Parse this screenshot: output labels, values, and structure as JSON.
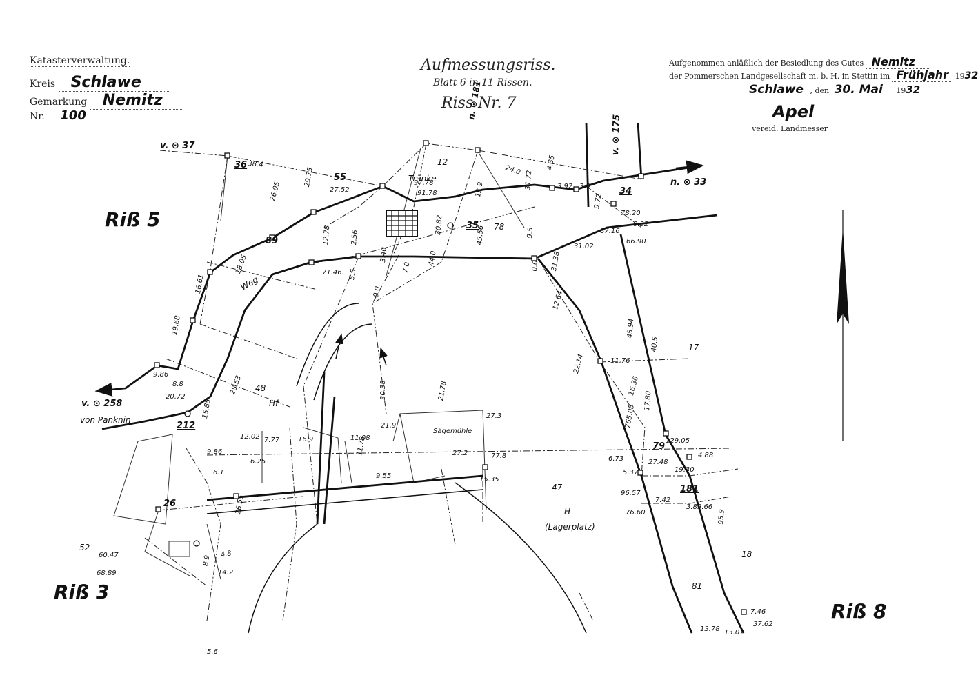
{
  "header": {
    "admin": "Katasterverwaltung.",
    "kreis_label": "Kreis",
    "kreis_value": "Schlawe",
    "gemarkung_label": "Gemarkung",
    "gemarkung_value": "Nemitz",
    "nr_label": "Nr.",
    "nr_value": "100",
    "title": "Aufmessungsriss.",
    "blatt_line": "Blatt 6 in 11 Rissen.",
    "riss_line": "Riss Nr. 7",
    "survey_line1_prefix": "Aufgenommen anläßlich der Besiedlung des Gutes",
    "survey_line1_value": "Nemitz",
    "survey_line2_prefix": "der Pommerschen Landgesellschaft m. b. H. in Stettin im",
    "survey_line2_value": "Frühjahr",
    "survey_line2_year_prefix": "19",
    "survey_line2_year": "32",
    "place": "Schlawe",
    "date_den": ", den",
    "date_value": "30. Mai",
    "date_year_prefix": "19",
    "date_year": "32",
    "signature": "Apel",
    "signer_title": "vereid. Landmesser"
  },
  "sheets": {
    "riss5": "Riß 5",
    "riss3": "Riß 3",
    "riss8": "Riß 8"
  },
  "refs": {
    "v37": "v. ⊙ 37",
    "v258": "v. ⊙ 258",
    "von_panknin": "von Panknin",
    "n181": "n. ⊙ 181",
    "v175": "v. ⊙ 175",
    "n33": "n. ⊙ 33"
  },
  "parcels": {
    "p36": "36",
    "p55": "55",
    "p89": "89",
    "p35": "35",
    "p78": "78",
    "p34": "34",
    "p12": "12",
    "p17": "17",
    "p48": "48",
    "p47": "47",
    "p79": "79",
    "p181": "181",
    "p18": "18",
    "p81": "81",
    "p52": "52",
    "p212": "212",
    "p26": "26",
    "pH": "H",
    "pHf": "Hf",
    "lager": "(Lagerplatz)",
    "traenke": "Tränke",
    "weg": "Weg",
    "saegemuehle": "Sägemühle"
  },
  "measurements": [
    "38.4",
    "24.0",
    "4.35",
    "3.92",
    "3.9",
    "31.72",
    "9.72",
    "78.20",
    "0.32",
    "66.90",
    "31.02",
    "87.16",
    "45.56",
    "30.82",
    "91.78",
    "97.78",
    "13.9",
    "9.5",
    "0.0",
    "31.38",
    "12.64",
    "22.14",
    "11.76",
    "40.5",
    "45.94",
    "16.36",
    "17.80",
    "765.05",
    "129.05",
    "4.88",
    "27.48",
    "19.30",
    "5.37",
    "96.57",
    "7.42",
    "3.89.66",
    "76.60",
    "6.73",
    "95.9",
    "7.46",
    "37.62",
    "13.78",
    "13.07",
    "26.05",
    "18.05",
    "16.61",
    "19.68",
    "9.86",
    "12.78",
    "2.56",
    "71.46",
    "5.5",
    "3.40",
    "7.0",
    "44.0",
    "9.0",
    "30.38",
    "21.78",
    "21.9",
    "27.3",
    "11.08",
    "27.2",
    "77.8",
    "11.78",
    "15.35",
    "9.55",
    "12.02",
    "7.77",
    "16.9",
    "6.25",
    "6.1",
    "26.55",
    "4.8",
    "8.9",
    "14.2",
    "68.89",
    "60.47",
    "27.52",
    "29.75",
    "15.85",
    "28.53",
    "20.72",
    "9.86",
    "8.8",
    "5.6"
  ]
}
